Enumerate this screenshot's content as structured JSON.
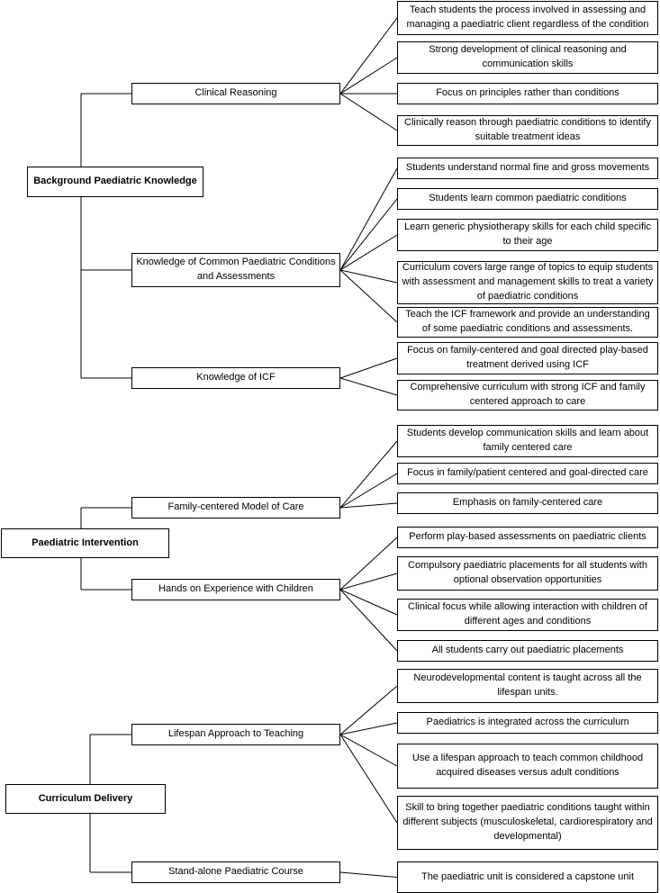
{
  "themes": [
    {
      "id": "t1",
      "label": "Background Paediatric Knowledge",
      "subthemes": [
        {
          "id": "s1",
          "label": "Clinical Reasoning",
          "items": [
            "Teach students the process involved in assessing and managing a paediatric client regardless of the condition",
            "Strong development of clinical reasoning and communication skills",
            "Focus on principles rather than conditions",
            "Clinically reason through paediatric conditions to identify suitable treatment ideas"
          ]
        },
        {
          "id": "s2",
          "label": "Knowledge of Common Paediatric Conditions and Assessments",
          "items": [
            "Students understand normal fine and gross movements",
            "Students learn common paediatric conditions",
            "Learn generic physiotherapy skills for each child specific to their age",
            "Curriculum covers large range of topics to equip students with assessment and management skills to treat a variety of paediatric conditions",
            "Teach the ICF framework and provide an understanding of some paediatric conditions and assessments."
          ]
        },
        {
          "id": "s3",
          "label": "Knowledge of ICF",
          "items": [
            "Focus on family-centered and goal directed play-based treatment derived using ICF",
            "Comprehensive curriculum with strong ICF and family centered approach to care"
          ]
        }
      ]
    },
    {
      "id": "t2",
      "label": "Paediatric Intervention",
      "subthemes": [
        {
          "id": "s4",
          "label": "Family-centered Model of Care",
          "items": [
            "Students develop communication skills and learn about family centered care",
            "Focus in family/patient centered and goal-directed care",
            "Emphasis on family-centered care"
          ]
        },
        {
          "id": "s5",
          "label": "Hands on Experience with Children",
          "items": [
            "Perform play-based assessments on paediatric clients",
            "Compulsory paediatric placements for all students with optional observation opportunities",
            "Clinical focus while allowing interaction with children of different ages and conditions",
            "All students carry out paediatric placements"
          ]
        }
      ]
    },
    {
      "id": "t3",
      "label": "Curriculum Delivery",
      "subthemes": [
        {
          "id": "s6",
          "label": "Lifespan Approach to Teaching",
          "items": [
            "Neurodevelopmental content is taught across all the lifespan units.",
            "Paediatrics is integrated across the curriculum",
            "Use a lifespan approach to teach common childhood acquired diseases versus adult conditions",
            "Skill to bring together paediatric conditions taught within different subjects (musculoskeletal, cardiorespiratory and developmental)"
          ]
        },
        {
          "id": "s7",
          "label": "Stand-alone Paediatric Course",
          "items": [
            "The paediatric unit is considered a capstone unit"
          ]
        }
      ]
    }
  ],
  "colors": {
    "line": "#000000",
    "box_border": "#000000",
    "background": "#ffffff"
  }
}
